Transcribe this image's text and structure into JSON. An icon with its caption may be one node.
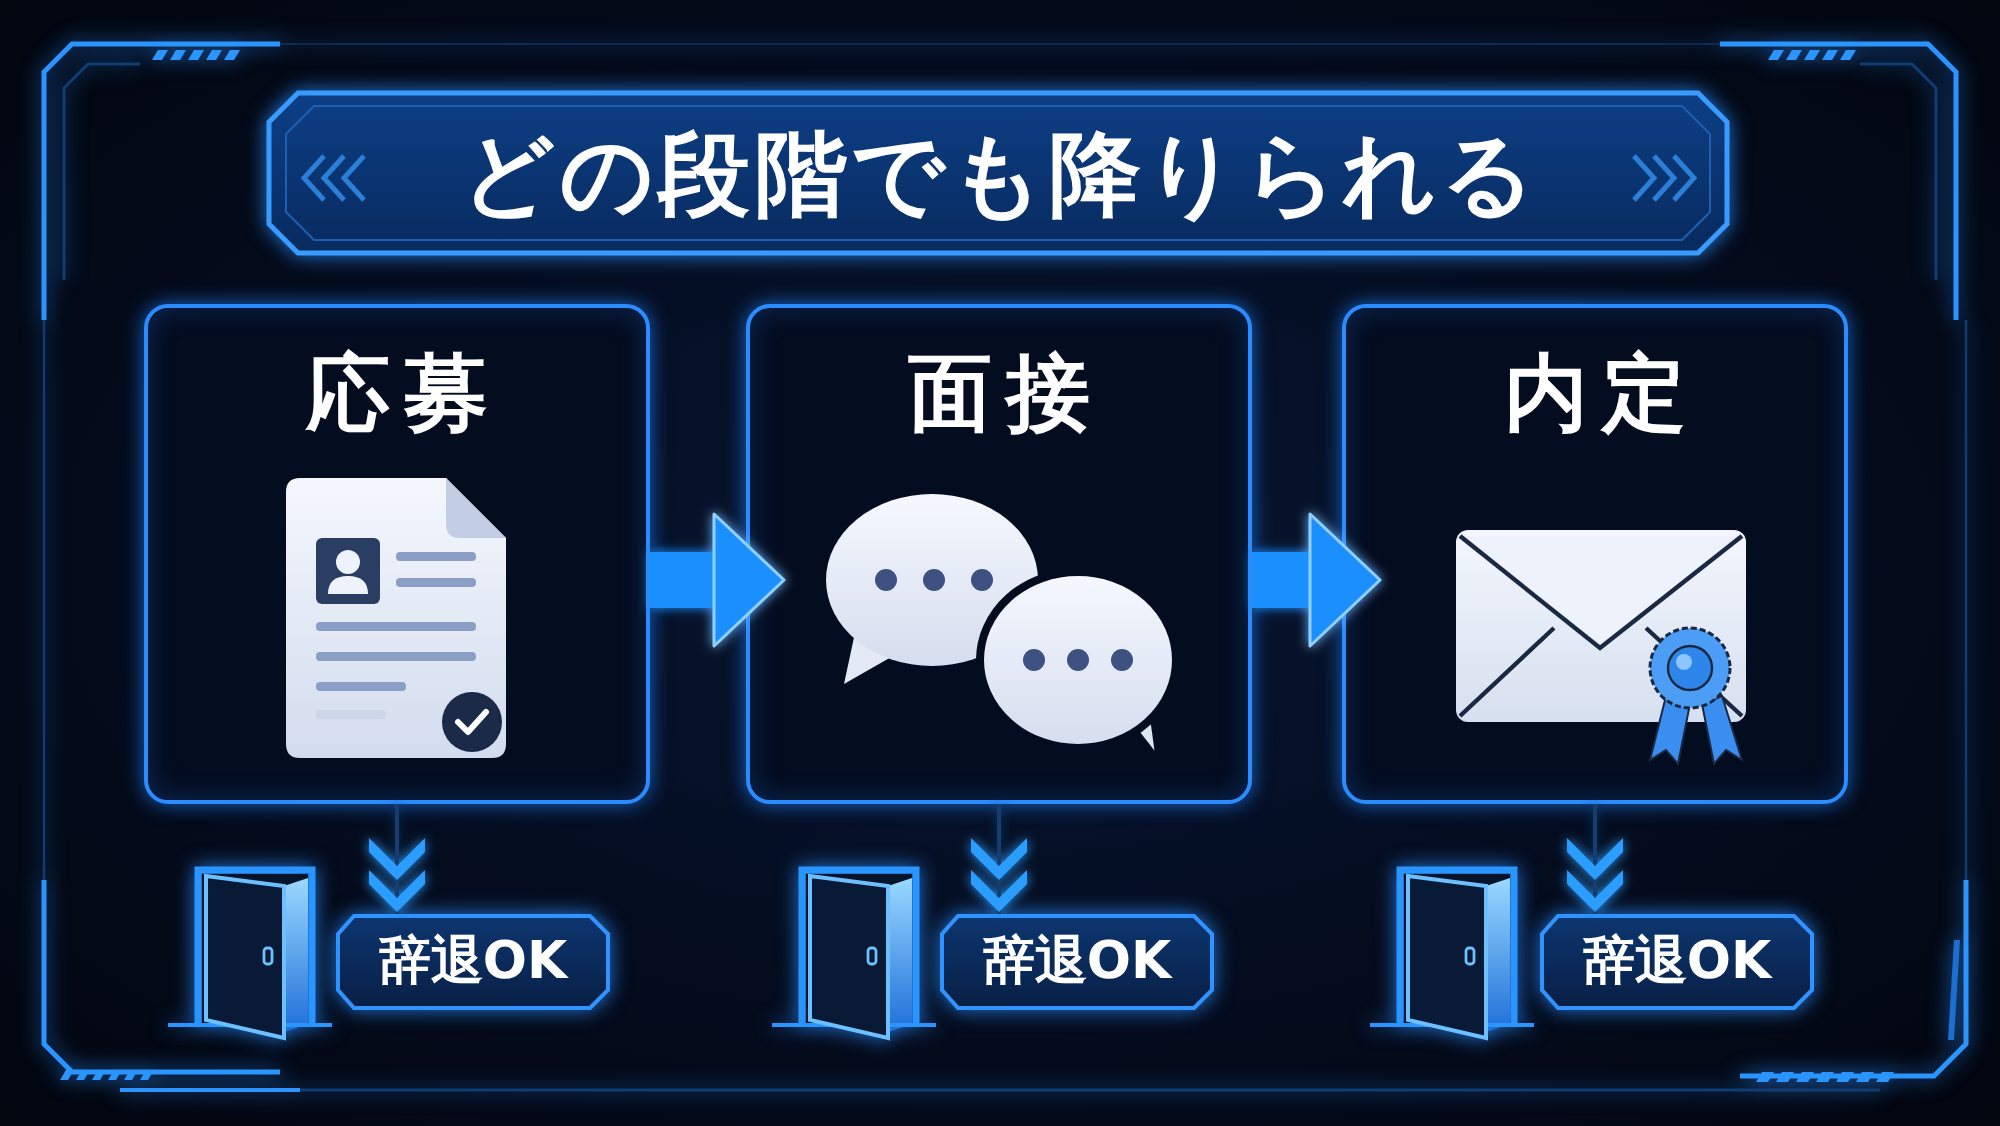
{
  "diagram": {
    "title": "どの段階でも降りられる",
    "nodes": [
      {
        "text": [
          "応募"
        ]
      },
      {
        "text": [
          "面接"
        ]
      },
      {
        "text": [
          "内定"
        ]
      },
      {
        "text": [
          "辞退OK"
        ]
      },
      {
        "text": [
          "辞退OK"
        ]
      },
      {
        "text": [
          "辞退OK"
        ]
      }
    ],
    "edges": [
      {
        "from": 0,
        "to": 1,
        "arrow": "to",
        "style": "thick",
        "color": "#1e8fff"
      },
      {
        "from": 1,
        "to": 2,
        "arrow": "to",
        "style": "thick",
        "color": "#1e8fff"
      },
      {
        "from": 0,
        "to": 3,
        "arrow": "to"
      },
      {
        "from": 1,
        "to": 4,
        "arrow": "to"
      },
      {
        "from": 2,
        "to": 5,
        "arrow": "to"
      }
    ]
  }
}
